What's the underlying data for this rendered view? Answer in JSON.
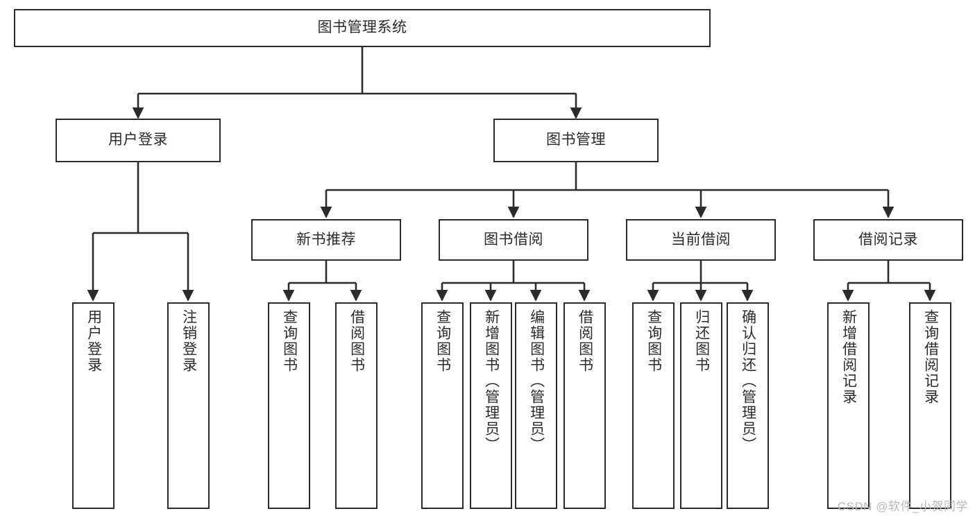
{
  "diagram": {
    "type": "tree-hierarchy",
    "title": "图书管理系统",
    "colors": {
      "stroke": "#2b2b2b",
      "fill": "#ffffff",
      "text": "#2b2b2b",
      "watermark": "#b9b9b9"
    },
    "root": {
      "label": "图书管理系统"
    },
    "level2": [
      {
        "label": "用户登录"
      },
      {
        "label": "图书管理"
      }
    ],
    "level3": [
      {
        "label": "新书推荐"
      },
      {
        "label": "图书借阅"
      },
      {
        "label": "当前借阅"
      },
      {
        "label": "借阅记录"
      }
    ],
    "leaves": {
      "user_login": [
        {
          "label": "用户登录"
        },
        {
          "label": "注销登录"
        }
      ],
      "new_book": [
        {
          "label": "查询图书"
        },
        {
          "label": "借阅图书"
        }
      ],
      "book_borrow": [
        {
          "label": "查询图书"
        },
        {
          "label": "新增图书（管理员）"
        },
        {
          "label": "编辑图书（管理员）"
        },
        {
          "label": "借阅图书"
        }
      ],
      "current_borrow": [
        {
          "label": "查询图书"
        },
        {
          "label": "归还图书"
        },
        {
          "label": "确认归还（管理员）"
        }
      ],
      "borrow_record": [
        {
          "label": "新增借阅记录"
        },
        {
          "label": "查询借阅记录"
        }
      ]
    },
    "watermark": "CSDN @软件_小贺同学"
  }
}
